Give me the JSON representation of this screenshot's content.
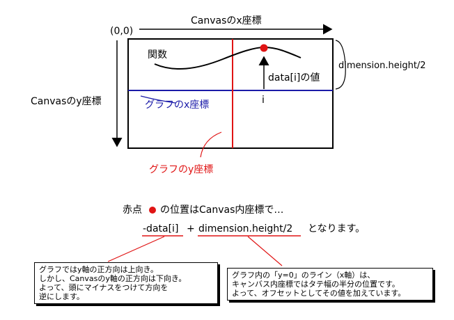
{
  "labels": {
    "canvas_x": "Canvasのx座標",
    "origin": "(0,0)",
    "canvas_y": "Canvasのy座標",
    "function": "関数",
    "data_value": "data[i]の値",
    "dim_height": "dimension.height/2",
    "index_i": "i",
    "graph_x": "グラフのx座標",
    "graph_y": "グラフのy座標"
  },
  "explanation": {
    "prefix": "赤点",
    "suffix": "の位置はCanvas内座標で…",
    "term1": "-data[i]",
    "plus": "+",
    "term2": "dimension.height/2",
    "tail": "となります。"
  },
  "notes": {
    "left": [
      "グラフではy軸の正方向は上向き。",
      "しかし、Canvasのy軸の正方向は下向き。",
      "よって、頭にマイナスをつけて方向を",
      "逆にします。"
    ],
    "right": [
      "グラフ内の「y=0」のライン（x軸）は、",
      "キャンバス内座標ではタテ幅の半分の位置です。",
      "よって、オフセットとしてその値を加えています。"
    ]
  },
  "colors": {
    "red": "#e01414",
    "blue": "#1a1aa8",
    "black": "#000000"
  }
}
